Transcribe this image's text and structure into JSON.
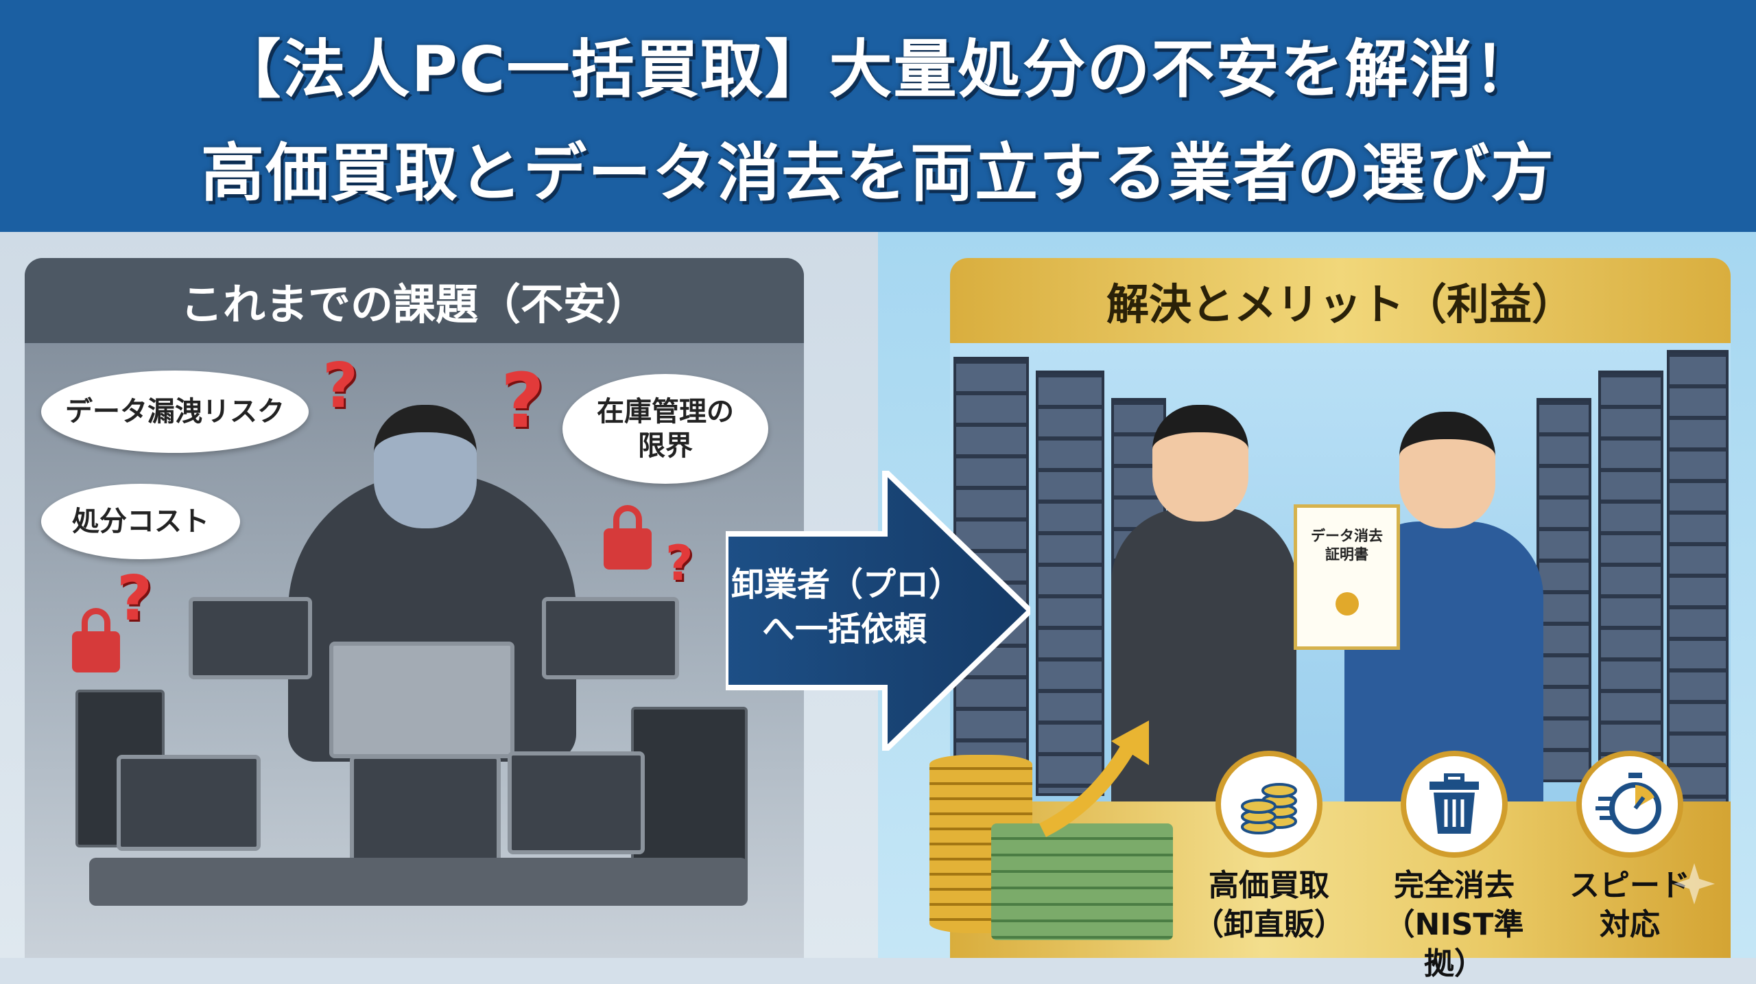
{
  "header": {
    "line1": "【法人PC一括買取】大量処分の不安を解消！",
    "line2": "高価買取とデータ消去を両立する業者の選び方"
  },
  "left": {
    "title": "これまでの課題（不安）",
    "bubbles": [
      "データ漏洩リスク",
      "在庫管理の\n限界",
      "処分コスト"
    ],
    "question_mark": "?"
  },
  "arrow": {
    "line1": "卸業者（プロ）",
    "line2": "へ一括依頼"
  },
  "right": {
    "title": "解決とメリット（利益）",
    "certificate": {
      "line1": "データ消去",
      "line2": "証明書"
    },
    "benefits": [
      {
        "icon": "coins-icon",
        "line1": "高価買取",
        "line2": "（卸直販）"
      },
      {
        "icon": "trash-icon",
        "line1": "完全消去",
        "line2": "（NIST準拠）"
      },
      {
        "icon": "stopwatch-icon",
        "line1": "スピード",
        "line2": "対応"
      }
    ]
  },
  "colors": {
    "header": "#1b5fa2",
    "accent_gold": "#d9ae3e",
    "icon_blue": "#1c4f86",
    "danger": "#e23a3a"
  }
}
